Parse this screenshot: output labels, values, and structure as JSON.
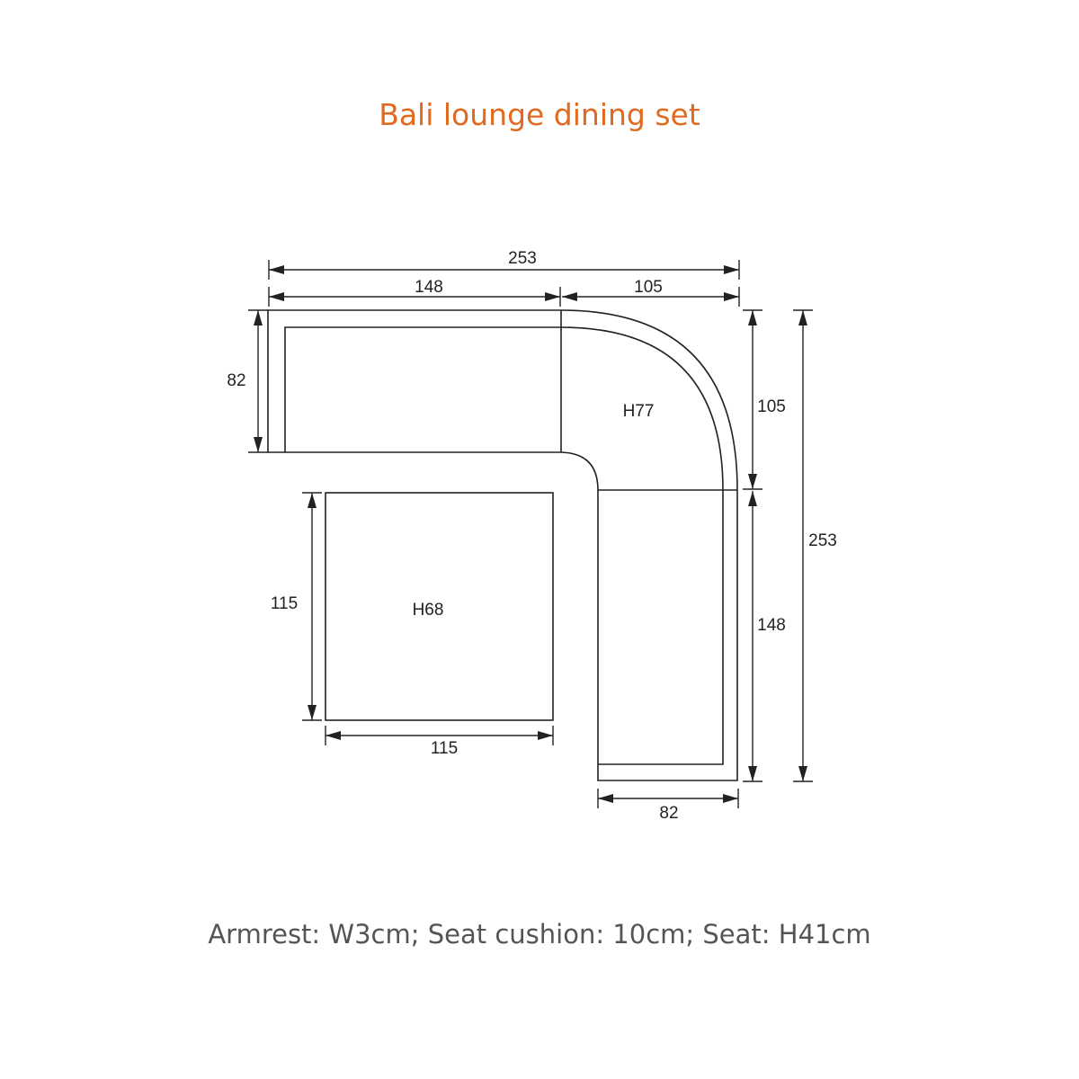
{
  "title": "Bali lounge dining set",
  "footer": "Armrest: W3cm; Seat cushion: 10cm; Seat: H41cm",
  "colors": {
    "title": "#e06a1f",
    "footer": "#555555",
    "lines": "#222222"
  },
  "modules": {
    "corner_height": "H77",
    "table_height": "H68"
  },
  "dimensions": {
    "total_width": "253",
    "left_sofa_length": "148",
    "corner_width": "105",
    "left_sofa_depth": "82",
    "corner_depth": "105",
    "right_sofa_length": "148",
    "total_depth": "253",
    "table_depth": "115",
    "table_width": "115",
    "right_sofa_depth": "82"
  }
}
